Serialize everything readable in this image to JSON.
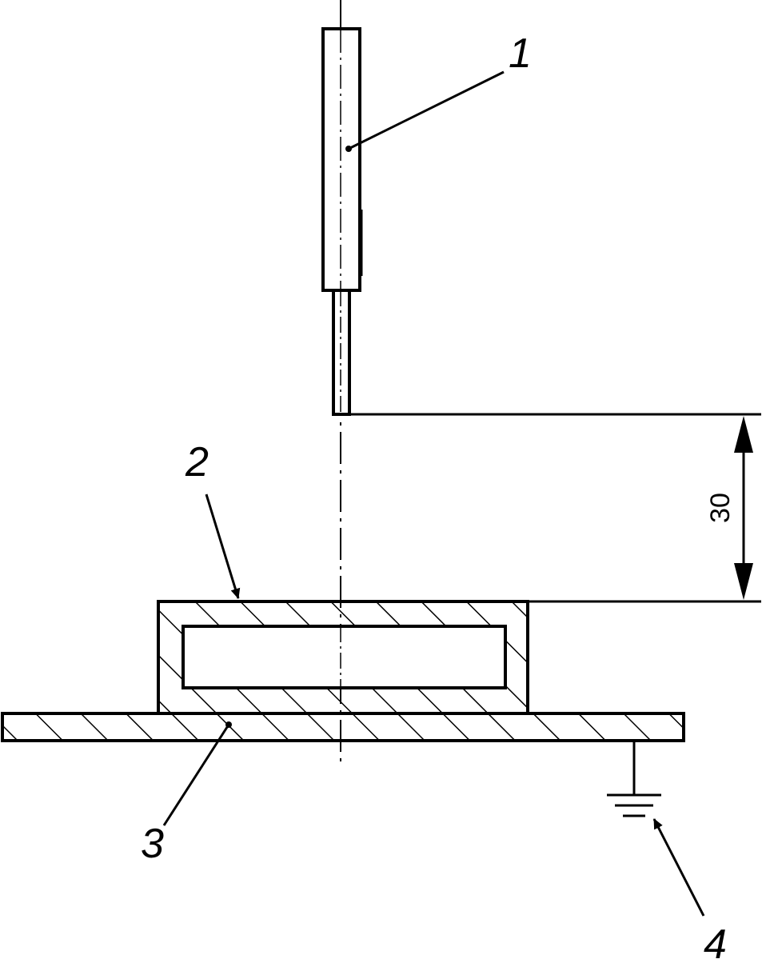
{
  "labels": {
    "electrode": "1",
    "sample_holder": "2",
    "base_plate": "3",
    "ground": "4"
  },
  "dimension": {
    "gap": "30"
  }
}
